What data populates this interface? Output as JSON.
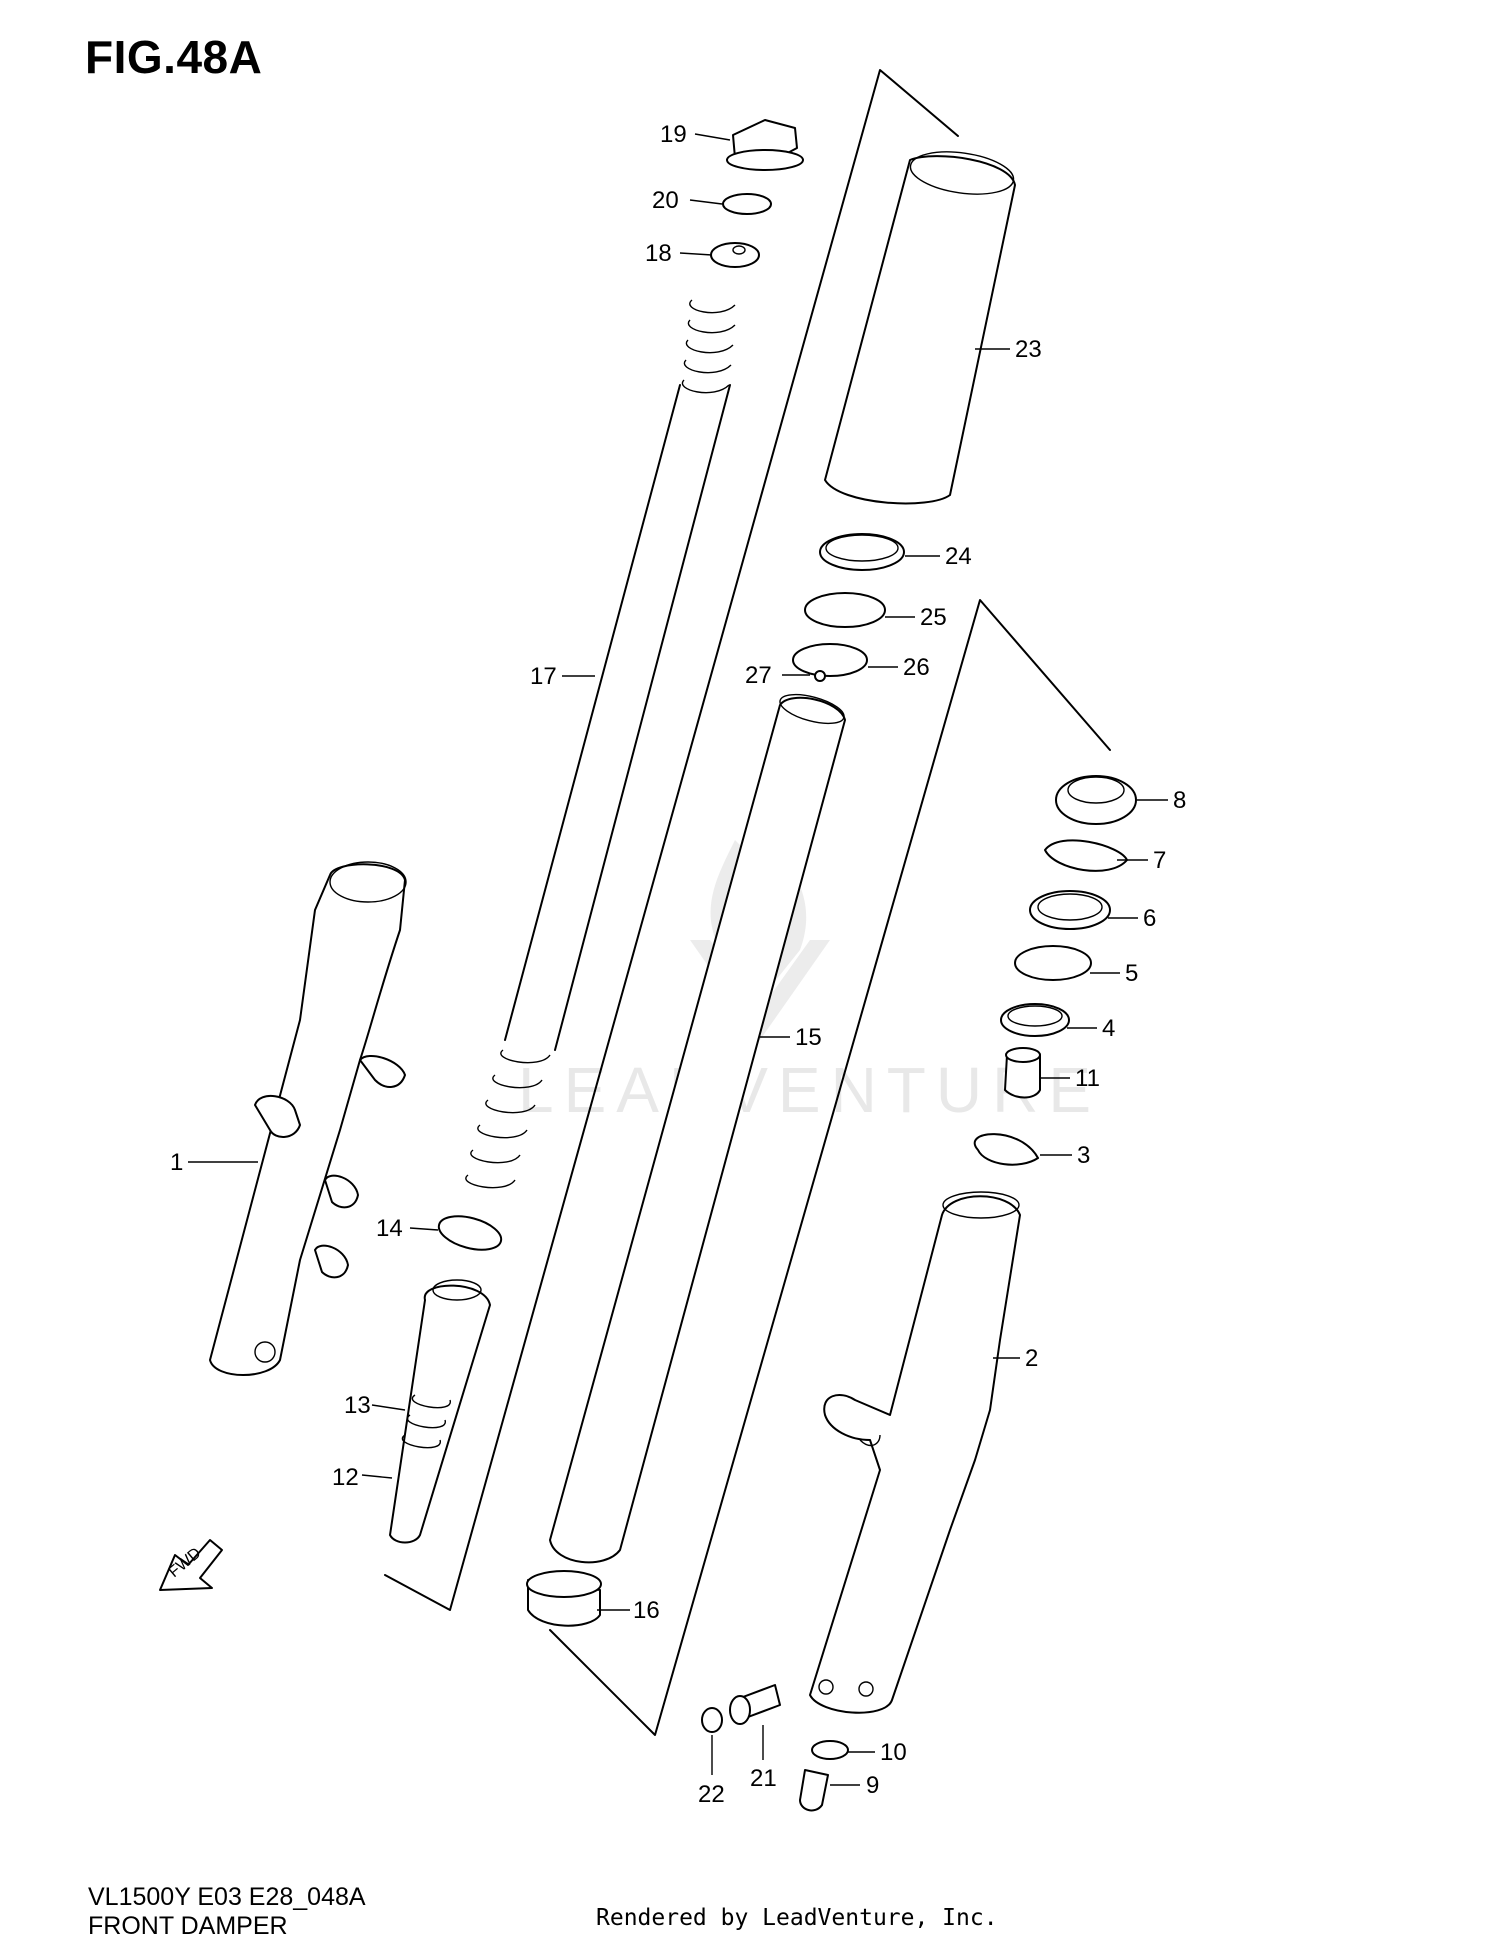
{
  "figure": {
    "title": "FIG.48A"
  },
  "footer": {
    "model_code": "VL1500Y E03 E28_048A",
    "diagram_name": "FRONT DAMPER",
    "credit": "Rendered by LeadVenture, Inc."
  },
  "watermark": "LEADVENTURE",
  "fwd_label": "FWD",
  "part_callouts": [
    "1",
    "2",
    "3",
    "4",
    "5",
    "6",
    "7",
    "8",
    "9",
    "10",
    "11",
    "12",
    "13",
    "14",
    "15",
    "16",
    "17",
    "18",
    "19",
    "20",
    "21",
    "22",
    "23",
    "24",
    "25",
    "26",
    "27"
  ]
}
